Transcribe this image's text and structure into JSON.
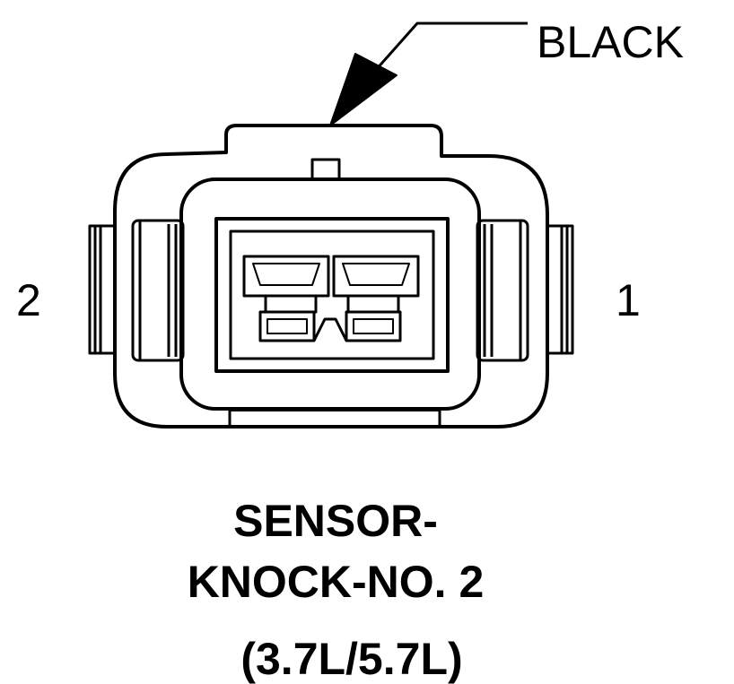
{
  "callout": {
    "color_label": "BLACK"
  },
  "pins": {
    "left": "2",
    "right": "1"
  },
  "caption": {
    "line1": "SENSOR-",
    "line2": "KNOCK-NO. 2",
    "line3": "(3.7L/5.7L)"
  },
  "colors": {
    "ink": "#000000",
    "paper": "#ffffff"
  }
}
